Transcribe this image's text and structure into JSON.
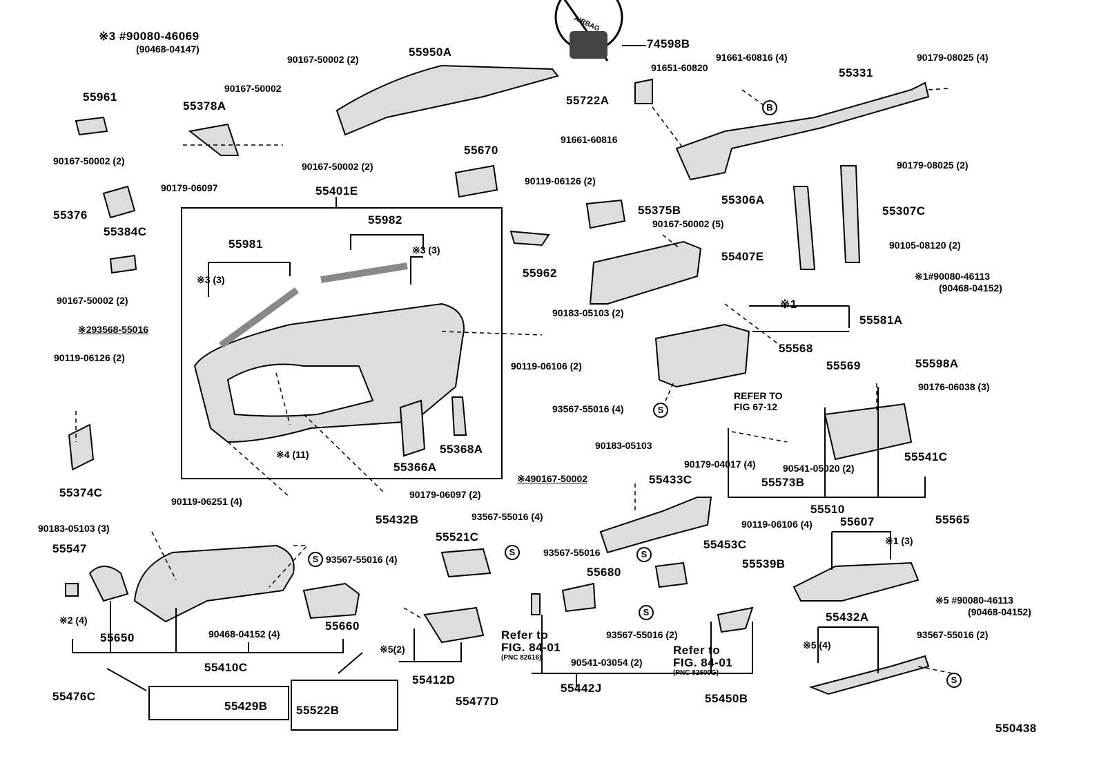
{
  "diagram_id": "550438",
  "airbag_logo_text": "AIRBAG",
  "circle_markers": {
    "b": "B",
    "s": "S"
  },
  "labels": [
    "※3 #90080-46069",
    "(90468-04147)",
    "55961",
    "90167-50002 (2)",
    "55376",
    "55384C",
    "90167-50002 (2)",
    "※293568-55016",
    "90119-06126 (2)",
    "55374C",
    "55378A",
    "90167-50002",
    "90179-06097",
    "90167-50002 (2)",
    "55950A",
    "90167-50002 (2)",
    "55670",
    "55401E",
    "55982",
    "55981",
    "※3 (3)",
    "※3 (3)",
    "※4 (11)",
    "90119-06251 (4)",
    "90179-06097 (2)",
    "90119-06106 (2)",
    "74598B",
    "91651-60820",
    "55722A",
    "91661-60816",
    "91661-60816 (4)",
    "90179-08025 (4)",
    "55331",
    "90179-08025 (2)",
    "55306A",
    "55307C",
    "90105-08120 (2)",
    "※1#90080-46113",
    "(90468-04152)",
    "90119-06126 (2)",
    "55375B",
    "90167-50002 (5)",
    "55962",
    "55407E",
    "90183-05103 (2)",
    "※1",
    "55581A",
    "55568",
    "55569",
    "55598A",
    "90176-06038 (3)",
    "REFER TO",
    "FIG 67-12",
    "93567-55016 (4)",
    "90183-05103",
    "※490167-50002",
    "55433C",
    "90179-04017 (4)",
    "90541-05020 (2)",
    "55573B",
    "55541C",
    "55510",
    "55565",
    "90119-06106 (4)",
    "55453C",
    "55607",
    "※1 (3)",
    "93567-55016",
    "55539B",
    "55680",
    "55432B",
    "90183-05103 (3)",
    "55547",
    "93567-55016 (4)",
    "93567-55016 (4)",
    "55521C",
    "55660",
    "55650",
    "※2 (4)",
    "90468-04152 (4)",
    "55410C",
    "55476C",
    "55429B",
    "55522B",
    "※5(2)",
    "55412D",
    "55477D",
    "Refer to",
    "FIG. 84-01",
    "(PNC 82616)",
    "93567-55016 (2)",
    "90541-03054 (2)",
    "55442J",
    "Refer to",
    "FIG. 84-01",
    "(PNC 82600G)",
    "55450B",
    "※5 #90080-46113",
    "(90468-04152)",
    "55432A",
    "93567-55016 (2)",
    "※5 (4)",
    "550438",
    "55366A",
    "55368A"
  ]
}
